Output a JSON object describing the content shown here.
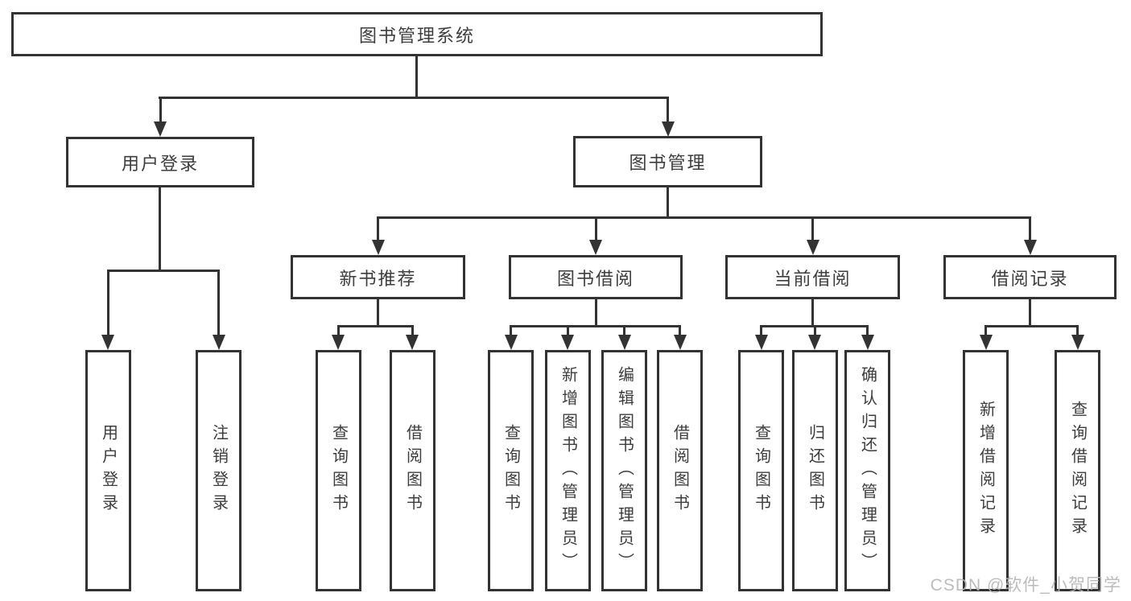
{
  "tree": {
    "root": {
      "label": "图书管理系统"
    },
    "branches": [
      {
        "label": "用户登录",
        "children": [
          {
            "label": "用户登录"
          },
          {
            "label": "注销登录"
          }
        ]
      },
      {
        "label": "图书管理",
        "children": [
          {
            "label": "新书推荐",
            "children": [
              {
                "label": "查询图书"
              },
              {
                "label": "借阅图书"
              }
            ]
          },
          {
            "label": "图书借阅",
            "children": [
              {
                "label": "查询图书"
              },
              {
                "label": "新增图书（管理员）"
              },
              {
                "label": "编辑图书（管理员）"
              },
              {
                "label": "借阅图书"
              }
            ]
          },
          {
            "label": "当前借阅",
            "children": [
              {
                "label": "查询图书"
              },
              {
                "label": "归还图书"
              },
              {
                "label": "确认归还（管理员）"
              }
            ]
          },
          {
            "label": "借阅记录",
            "children": [
              {
                "label": "新增借阅记录"
              },
              {
                "label": "查询借阅记录"
              }
            ]
          }
        ]
      }
    ],
    "watermark": "CSDN @软件_小贺同学",
    "colors": {
      "line": "#333333",
      "text": "#3d3d3d",
      "watermark": "#b5b5b5",
      "background": "#ffffff"
    }
  }
}
